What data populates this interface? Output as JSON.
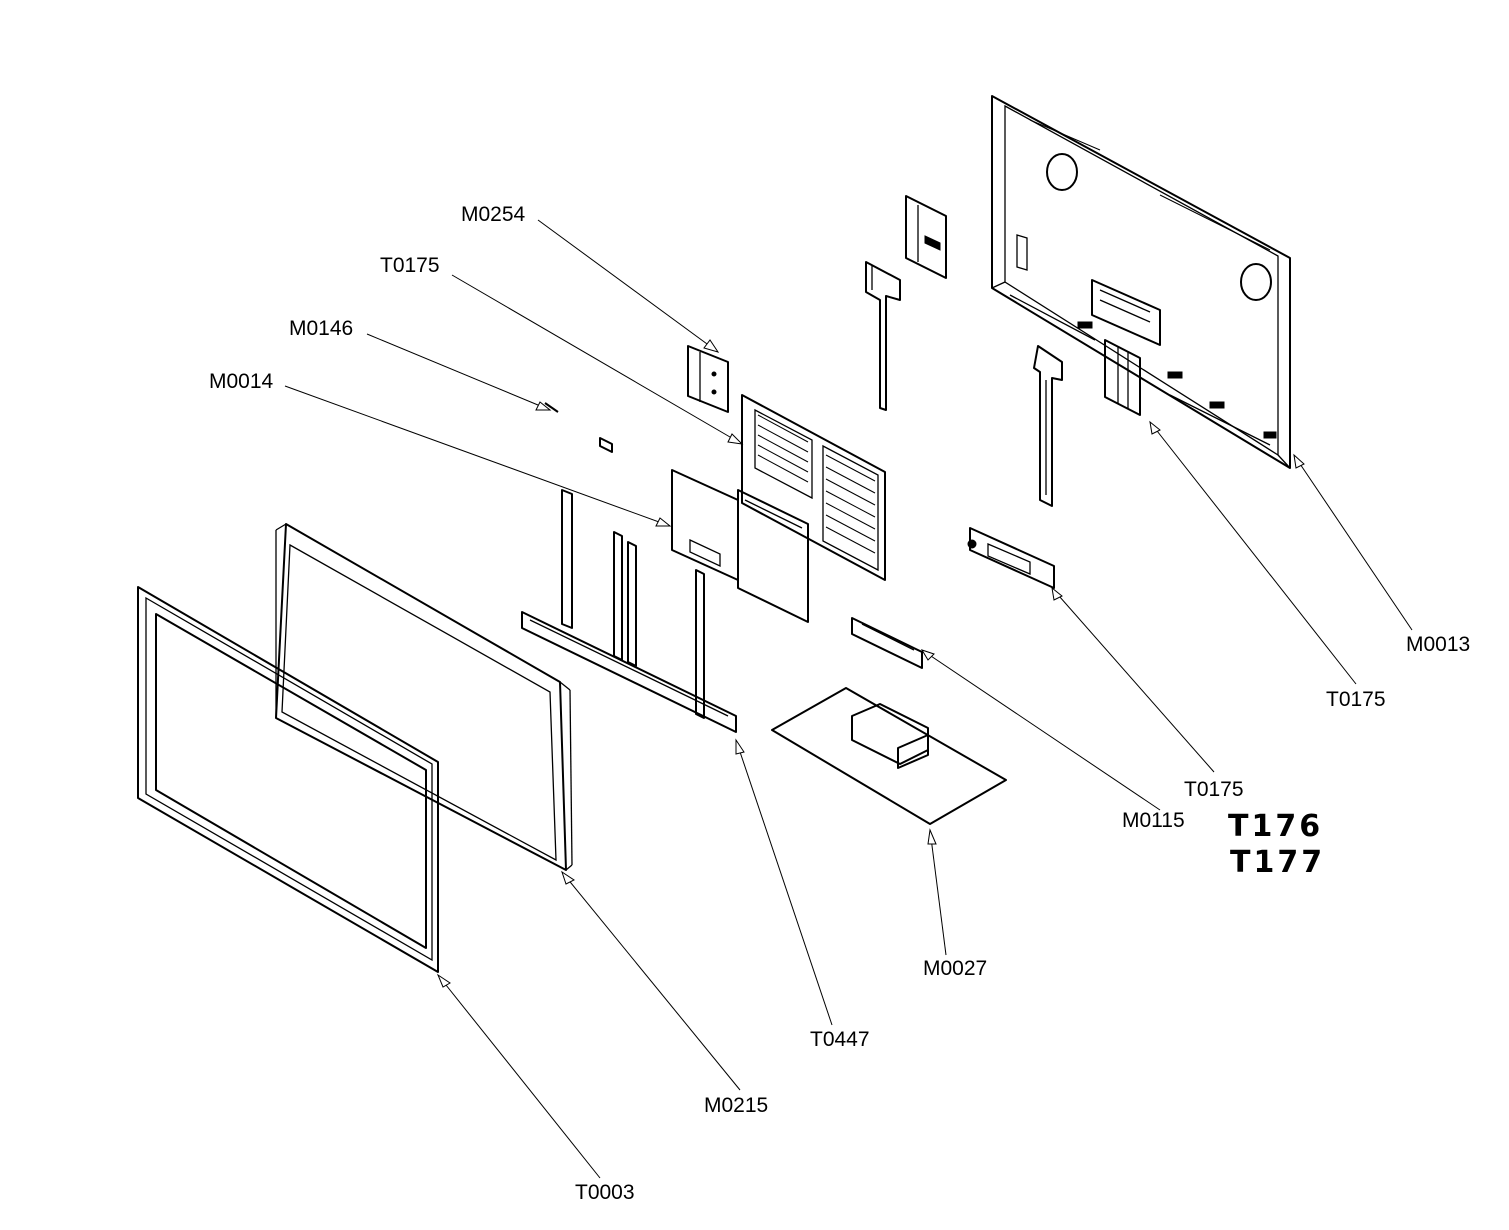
{
  "callouts": {
    "m0254": "M0254",
    "t0175_top": "T0175",
    "m0146": "M0146",
    "m0014": "M0014",
    "m0013": "M0013",
    "t0175_right": "T0175",
    "t0175_lower": "T0175",
    "m0115": "M0115",
    "m0027": "M0027",
    "t0447": "T0447",
    "m0215": "M0215",
    "t0003": "T0003"
  },
  "handwritten_notes": [
    "T176",
    "T177"
  ],
  "colors": {
    "ink": "#000000",
    "paper": "#ffffff"
  }
}
